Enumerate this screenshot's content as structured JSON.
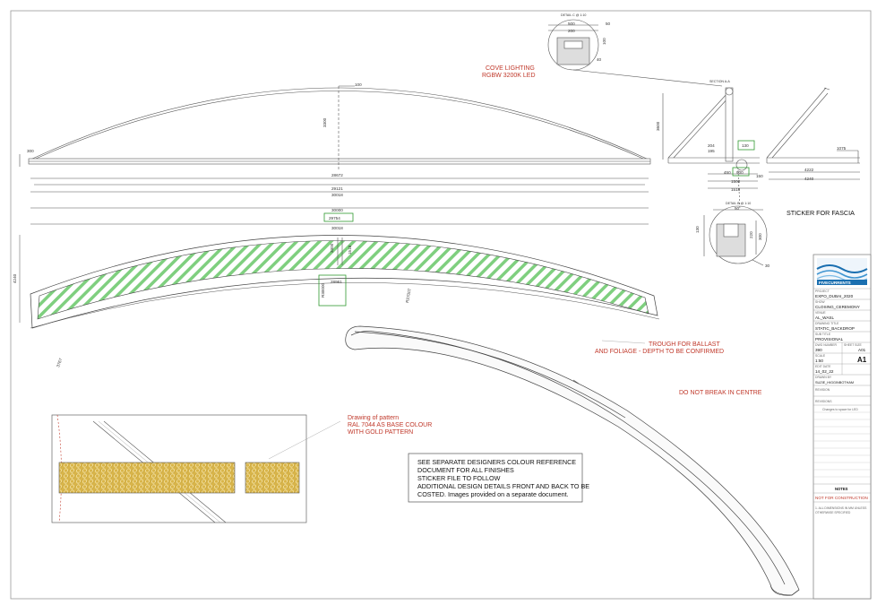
{
  "colors": {
    "accent_red": "#c0392b",
    "hatch_green": "#7fcf7f",
    "box_green": "#2f9a2f",
    "logo_blue": "#1a6fb0",
    "gold": "#d9b54a"
  },
  "labels": {
    "detail_c": "DETAIL C @ 1:10",
    "section_aa": "SECTION A-A",
    "detail_b": "DETAIL B @ 1:10",
    "cove_line1": "COVE LIGHTING",
    "cove_line2": "RGBW 3200K LED",
    "sticker_fascia": "STICKER FOR FASCIA",
    "trough_line1": "TROUGH FOR BALLAST",
    "trough_line2": "AND FOLIAGE - DEPTH TO BE CONFIRMED",
    "no_break": "DO NOT BREAK IN CENTRE",
    "pattern_line1": "Drawing of pattern",
    "pattern_line2": "RAL 7044 AS BASE COLOUR",
    "pattern_line3": "WITH GOLD PATTERN"
  },
  "dims": {
    "top_100": "100",
    "top_300": "300",
    "top_3300": "3300",
    "d_28672": "28672",
    "d_29121": "29121",
    "d_30018a": "30018",
    "d_30000": "30000",
    "d_29754": "29754",
    "d_30018b": "30018",
    "d_4240": "4240",
    "d_3300b": "3300",
    "d_1518": "1518",
    "d_28961": "28961",
    "r_27007": "R27007",
    "d_30000r": "R30000",
    "d_3767": "3767",
    "c_50": "50",
    "c_500": "500",
    "c_200": "200",
    "c_100": "100",
    "c_40": "40",
    "s_3600": "3600",
    "s_204": "204",
    "s_195": "195",
    "s_130": "130",
    "s_450": "450",
    "s_900": "900",
    "s_1500": "1500",
    "s_1518": "1518",
    "s_150": "150",
    "s_4222": "4222",
    "s_4240": "4240",
    "s_1075": "1075",
    "b_50": "50",
    "b_130": "130",
    "b_220": "220",
    "b_300": "300",
    "b_30": "30"
  },
  "note": {
    "line1": "SEE SEPARATE DESIGNERS COLOUR REFERENCE",
    "line2": "DOCUMENT FOR ALL FINISHES",
    "line3": "STICKER FILE TO FOLLOW",
    "line4": "ADDITIONAL DESIGN DETAILS FRONT AND BACK TO BE",
    "line5": "COSTED.  Images provided on a separate document."
  },
  "title_block": {
    "logo_text": "FIVECURRENTS",
    "project_label": "PROJECT",
    "project": "EXPO_DUBAI_2020",
    "show_label": "SHOW",
    "show": "CLOSING_CEREMONY",
    "venue_label": "VENUE",
    "venue": "AL_WASL",
    "drawing_title_label": "DRAWING TITLE",
    "drawing_title": "STATIC_BACKDROP",
    "sub_title_label": "SUB TITLE",
    "sub_title": "PROVISIONAL",
    "dwg_number_label": "DWG NUMBER",
    "dwg_number": "390",
    "sheet_size_label": "SHEET SIZE",
    "sheet_size": "A01",
    "scale_label": "SCALE",
    "scale": "1:50",
    "paper": "A1",
    "date_label": "EDIT DATE",
    "date": "14_02_22",
    "drawn_label": "DRAWN BY",
    "drawn_by": "SUZIE_HIGGINBOTHAM",
    "revision_label": "REVISION",
    "rev_header": "REVISIONS",
    "rev_first": "Changes to space for LED",
    "notes_title": "NOTES",
    "not_for_construction": "NOT FOR CONSTRUCTION",
    "notes_line1": "1. ALL DIMENSIONS IN MM UNLESS",
    "notes_line2": "OTHERWISE SPECIFIED"
  }
}
